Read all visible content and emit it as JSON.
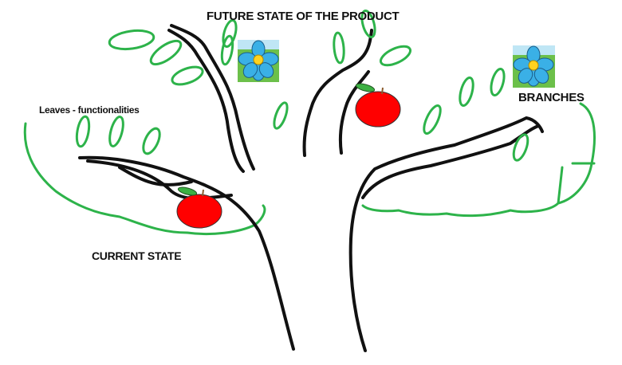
{
  "labels": {
    "title": "FUTURE STATE  OF THE PRODUCT",
    "leaves": "Leaves - functionalities",
    "branches": "BRANCHES",
    "current": "CURRENT STATE"
  },
  "colors": {
    "leaf": "#2db34a",
    "trunk": "#111111",
    "apple": "#ff0000",
    "petal": "#3ab0e6"
  }
}
